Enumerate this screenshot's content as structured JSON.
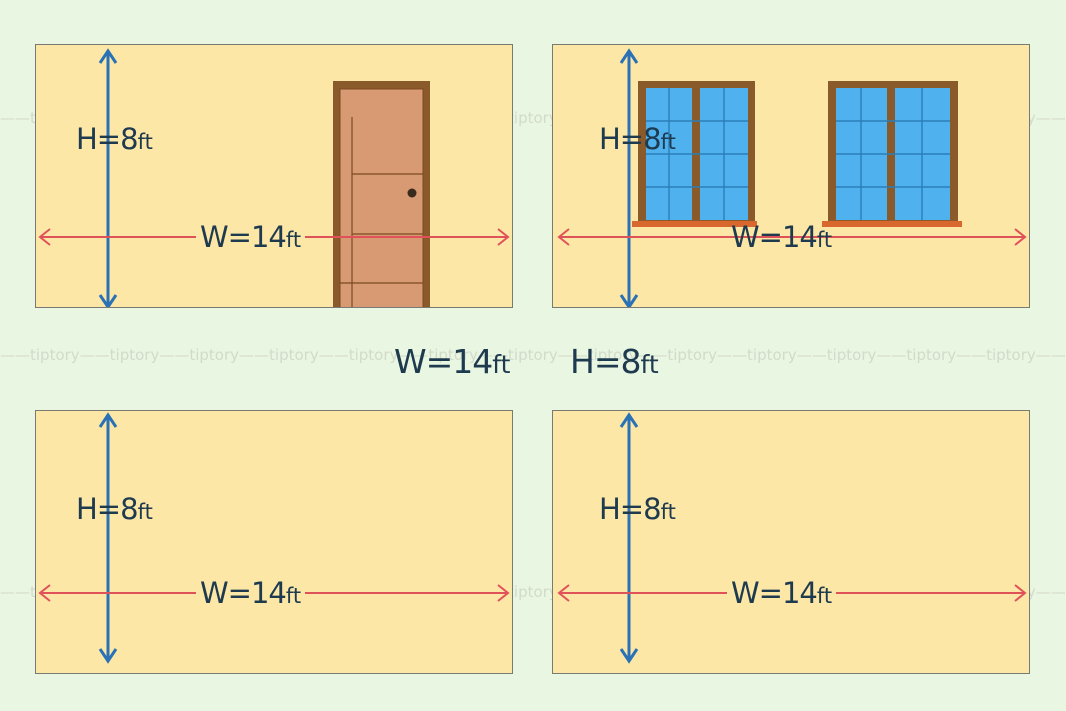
{
  "walls": [
    {
      "id": "door-wall",
      "height_label": "H=8",
      "width_label": "W=14",
      "unit": "ft",
      "feature": "door"
    },
    {
      "id": "window-wall",
      "height_label": "H=8",
      "width_label": "W=14",
      "unit": "ft",
      "feature": "two-windows"
    },
    {
      "id": "plain-wall-1",
      "height_label": "H=8",
      "width_label": "W=14",
      "unit": "ft",
      "feature": "none"
    },
    {
      "id": "plain-wall-2",
      "height_label": "H=8",
      "width_label": "W=14",
      "unit": "ft",
      "feature": "none"
    }
  ],
  "center": {
    "width_label": "W=14",
    "height_label": "H=8",
    "unit": "ft"
  },
  "watermark": "tiptory",
  "colors": {
    "background": "#e9f6e1",
    "wall_fill": "#fde7a6",
    "height_arrow": "#2a72b5",
    "width_arrow": "#e0525a",
    "door": "#d89a72",
    "door_frame": "#8a5a2b",
    "window_glass": "#4fb1ee",
    "window_frame": "#8a5a2b",
    "sill": "#d9682e",
    "text": "#1e3a4f"
  }
}
